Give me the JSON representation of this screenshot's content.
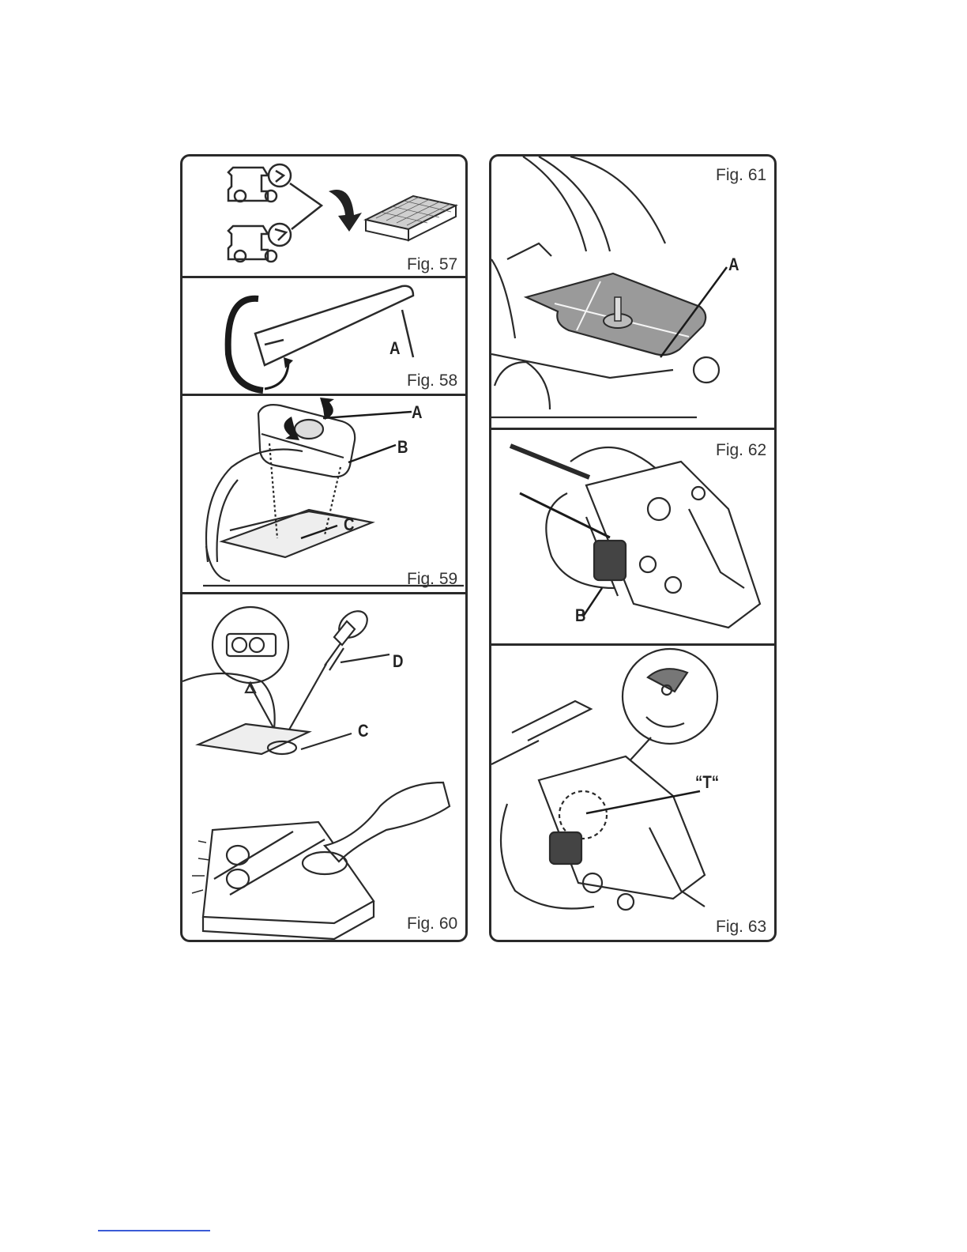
{
  "figures": {
    "fig57": {
      "label": "Fig. 57"
    },
    "fig58": {
      "label": "Fig. 58",
      "callouts": [
        "A"
      ]
    },
    "fig59": {
      "label": "Fig. 59",
      "callouts": [
        "A",
        "B",
        "C"
      ]
    },
    "fig60": {
      "label": "Fig. 60",
      "callouts": [
        "D",
        "C"
      ]
    },
    "fig61": {
      "label": "Fig. 61",
      "callouts": [
        "A"
      ]
    },
    "fig62": {
      "label": "Fig. 62",
      "callouts": [
        "B"
      ]
    },
    "fig63": {
      "label": "Fig. 63",
      "callouts": [
        "“T“"
      ]
    }
  },
  "colors": {
    "line": "#2a2a2a",
    "shade": "#9a9a9a",
    "footer_rule": "#3b5bd6"
  }
}
